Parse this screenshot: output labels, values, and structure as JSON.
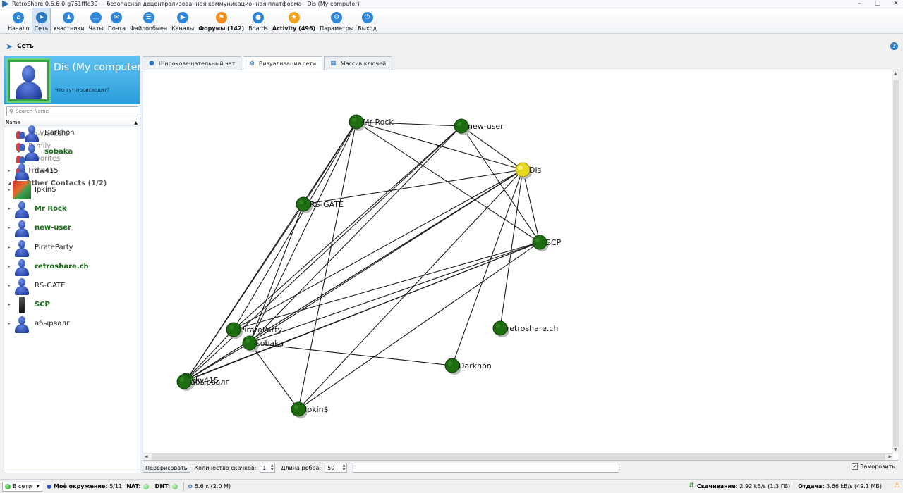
{
  "window": {
    "title": "RetroShare 0.6.6-0-g751fffc30 — безопасная децентрализованная коммуникационная платформа - Dis (My computer)"
  },
  "toolbar": [
    {
      "label": "Начало",
      "icon": "home-icon",
      "color": "#2f86d6"
    },
    {
      "label": "Сеть",
      "icon": "network-icon",
      "color": "#2a78c2",
      "active": true
    },
    {
      "label": "Участники",
      "icon": "people-icon",
      "color": "#2f86d6"
    },
    {
      "label": "Чаты",
      "icon": "chat-icon",
      "color": "#2f86d6"
    },
    {
      "label": "Почта",
      "icon": "mail-icon",
      "color": "#2f86d6"
    },
    {
      "label": "Файлообмен",
      "icon": "files-icon",
      "color": "#2f86d6"
    },
    {
      "label": "Каналы",
      "icon": "channels-icon",
      "color": "#2f86d6"
    },
    {
      "label": "Форумы (142)",
      "icon": "forums-icon",
      "color": "#f08a1c",
      "bold": true
    },
    {
      "label": "Boards",
      "icon": "boards-icon",
      "color": "#2f86d6"
    },
    {
      "label": "Activity (496)",
      "icon": "activity-icon",
      "color": "#f2a21e",
      "bold": true
    },
    {
      "label": "Параметры",
      "icon": "settings-icon",
      "color": "#2f86d6"
    },
    {
      "label": "Выход",
      "icon": "power-icon",
      "color": "#2f86d6"
    }
  ],
  "section": {
    "title": "Сеть"
  },
  "profile": {
    "name": "Dis (My computer)",
    "status": "Что тут происходит?"
  },
  "search": {
    "placeholder": "Search Name"
  },
  "list_header": {
    "name": "Name"
  },
  "groups": [
    {
      "label": "Co-Workers"
    },
    {
      "label": "Family"
    },
    {
      "label": "Favorites"
    },
    {
      "label": "Friends"
    },
    {
      "label": "Other Contacts (1/2)"
    }
  ],
  "contacts": [
    {
      "label": "Darkhon",
      "online": false
    },
    {
      "label": "sobaka",
      "online": true
    },
    {
      "label": "dw415",
      "online": false
    },
    {
      "label": "Ipkin$",
      "online": false
    },
    {
      "label": "Mr Rock",
      "online": true
    },
    {
      "label": "new-user",
      "online": true
    },
    {
      "label": "PirateParty",
      "online": false
    },
    {
      "label": "retroshare.ch",
      "online": true
    },
    {
      "label": "RS-GATE",
      "online": false
    },
    {
      "label": "SCP",
      "online": true
    },
    {
      "label": "абырвалг",
      "online": false
    }
  ],
  "tabs": [
    {
      "label": "Широковещательный чат"
    },
    {
      "label": "Визуализация сети",
      "active": true
    },
    {
      "label": "Массив ключей"
    }
  ],
  "graph": {
    "colors": {
      "node": "#1d6d10",
      "self": "#e6d81e",
      "edge": "#1a1a1a"
    },
    "nodes": [
      {
        "id": "mr_rock",
        "label": "Mr Rock"
      },
      {
        "id": "new_user",
        "label": "new-user"
      },
      {
        "id": "dis",
        "label": "Dis",
        "self": true
      },
      {
        "id": "rs_gate",
        "label": "RS-GATE"
      },
      {
        "id": "scp",
        "label": "SCP"
      },
      {
        "id": "retroshare",
        "label": "retroshare.ch"
      },
      {
        "id": "pirateparty",
        "label": "PirateParty"
      },
      {
        "id": "sobaka",
        "label": "sobaka"
      },
      {
        "id": "darkhon",
        "label": "Darkhon"
      },
      {
        "id": "dw415",
        "label": "dw415"
      },
      {
        "id": "abyrvalg",
        "label": "абырвалг"
      },
      {
        "id": "ipkin",
        "label": "Ipkin$"
      }
    ],
    "edges": [
      [
        "mr_rock",
        "new_user"
      ],
      [
        "mr_rock",
        "dis"
      ],
      [
        "mr_rock",
        "scp"
      ],
      [
        "mr_rock",
        "rs_gate"
      ],
      [
        "mr_rock",
        "pirateparty"
      ],
      [
        "mr_rock",
        "sobaka"
      ],
      [
        "mr_rock",
        "ipkin"
      ],
      [
        "mr_rock",
        "dw415"
      ],
      [
        "new_user",
        "dis"
      ],
      [
        "new_user",
        "scp"
      ],
      [
        "new_user",
        "sobaka"
      ],
      [
        "new_user",
        "pirateparty"
      ],
      [
        "new_user",
        "dw415"
      ],
      [
        "dis",
        "rs_gate"
      ],
      [
        "dis",
        "scp"
      ],
      [
        "dis",
        "retroshare"
      ],
      [
        "dis",
        "darkhon"
      ],
      [
        "dis",
        "sobaka"
      ],
      [
        "dis",
        "pirateparty"
      ],
      [
        "dis",
        "ipkin"
      ],
      [
        "dis",
        "dw415"
      ],
      [
        "dis",
        "abyrvalg"
      ],
      [
        "scp",
        "pirateparty"
      ],
      [
        "scp",
        "sobaka"
      ],
      [
        "scp",
        "dw415"
      ],
      [
        "scp",
        "abyrvalg"
      ],
      [
        "scp",
        "ipkin"
      ],
      [
        "rs_gate",
        "sobaka"
      ],
      [
        "rs_gate",
        "dw415"
      ],
      [
        "sobaka",
        "darkhon"
      ],
      [
        "sobaka",
        "ipkin"
      ],
      [
        "sobaka",
        "dw415"
      ],
      [
        "pirateparty",
        "abyrvalg"
      ]
    ]
  },
  "controls": {
    "relayout": "Перерисовать",
    "hops_label": "Количество скачков:",
    "hops_value": "1",
    "edge_label": "Длина ребра:",
    "edge_value": "50",
    "freeze_label": "Заморозить",
    "freeze_checked": true
  },
  "statusbar": {
    "status": "В сети",
    "neighborhood_label": "Моё окружение:",
    "neighborhood_value": "5/11",
    "nat_label": "NAT:",
    "dht_label": "DHT:",
    "dht_value": "5.6 к (2.0 M)",
    "download_label": "Скачивание:",
    "download_value": "2.92 kB/s (1.3 ГБ)",
    "upload_label": "Отдача:",
    "upload_value": "3.66 kB/s (49.1 МБ)"
  }
}
